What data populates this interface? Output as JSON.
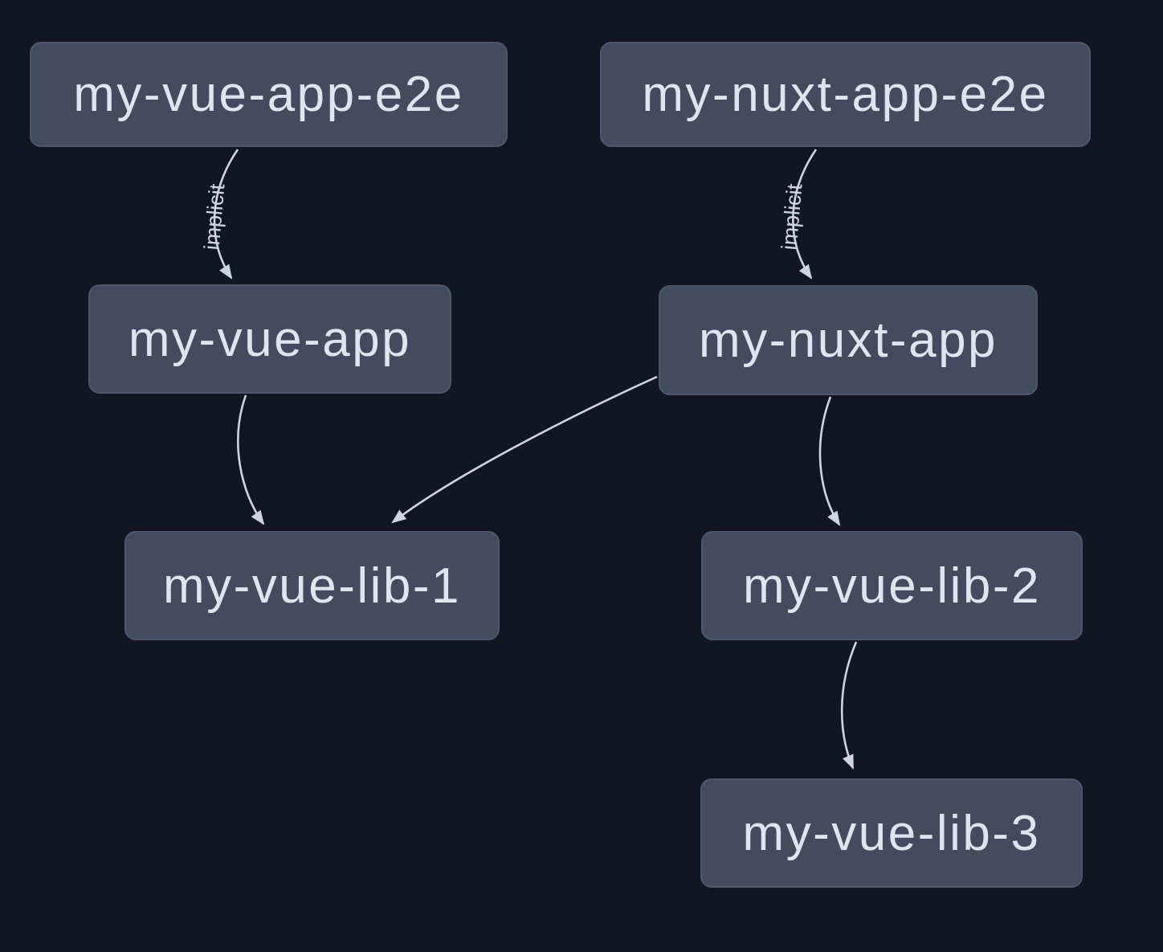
{
  "graph": {
    "colors": {
      "background": "#111622",
      "node_fill": "#424c5e",
      "node_border": "#4e586a",
      "node_text": "#dfe5ee",
      "edge": "#ccd6e2"
    },
    "nodes": [
      {
        "id": "my-vue-app-e2e",
        "label": "my-vue-app-e2e"
      },
      {
        "id": "my-nuxt-app-e2e",
        "label": "my-nuxt-app-e2e"
      },
      {
        "id": "my-vue-app",
        "label": "my-vue-app"
      },
      {
        "id": "my-nuxt-app",
        "label": "my-nuxt-app"
      },
      {
        "id": "my-vue-lib-1",
        "label": "my-vue-lib-1"
      },
      {
        "id": "my-vue-lib-2",
        "label": "my-vue-lib-2"
      },
      {
        "id": "my-vue-lib-3",
        "label": "my-vue-lib-3"
      }
    ],
    "edges": [
      {
        "from": "my-vue-app-e2e",
        "to": "my-vue-app",
        "label": "implicit"
      },
      {
        "from": "my-nuxt-app-e2e",
        "to": "my-nuxt-app",
        "label": "implicit"
      },
      {
        "from": "my-vue-app",
        "to": "my-vue-lib-1",
        "label": ""
      },
      {
        "from": "my-nuxt-app",
        "to": "my-vue-lib-1",
        "label": ""
      },
      {
        "from": "my-nuxt-app",
        "to": "my-vue-lib-2",
        "label": ""
      },
      {
        "from": "my-vue-lib-2",
        "to": "my-vue-lib-3",
        "label": ""
      }
    ]
  }
}
